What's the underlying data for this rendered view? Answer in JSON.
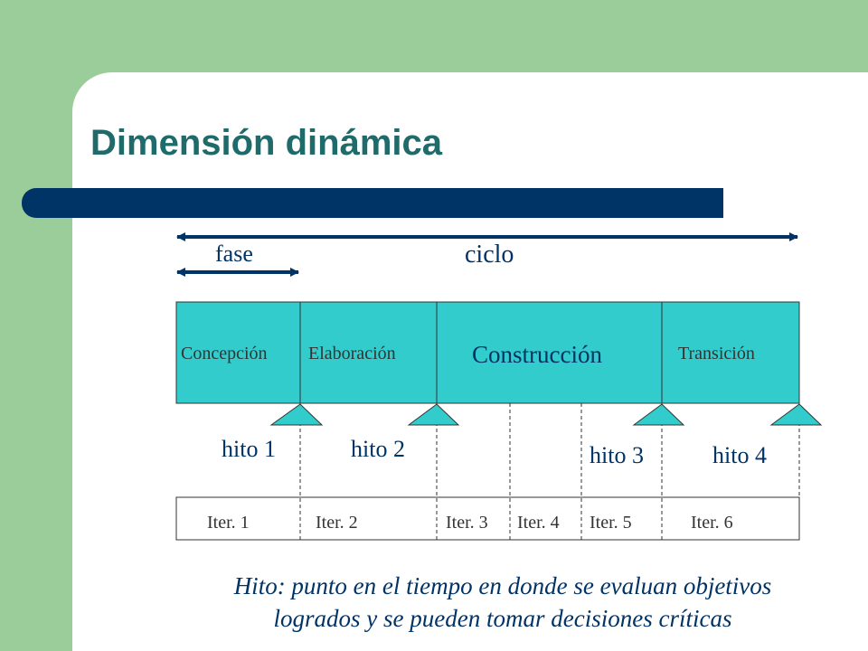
{
  "title": "Dimensión dinámica",
  "labels": {
    "fase": "fase",
    "ciclo": "ciclo"
  },
  "phases": [
    "Concepción",
    "Elaboración",
    "Construcción",
    "Transición"
  ],
  "milestones": [
    "hito 1",
    "hito 2",
    "hito 3",
    "hito 4"
  ],
  "iterations": [
    "Iter. 1",
    "Iter. 2",
    "Iter. 3",
    "Iter. 4",
    "Iter. 5",
    "Iter. 6"
  ],
  "caption": {
    "line1": "Hito: punto en el tiempo en donde se evaluan objetivos",
    "line2": "logrados y se pueden tomar decisiones críticas"
  },
  "colors": {
    "background": "#9ACD9A",
    "title": "#1F6B6B",
    "bar": "#003366",
    "phase_fill": "#33CCCC",
    "text": "#003366"
  }
}
